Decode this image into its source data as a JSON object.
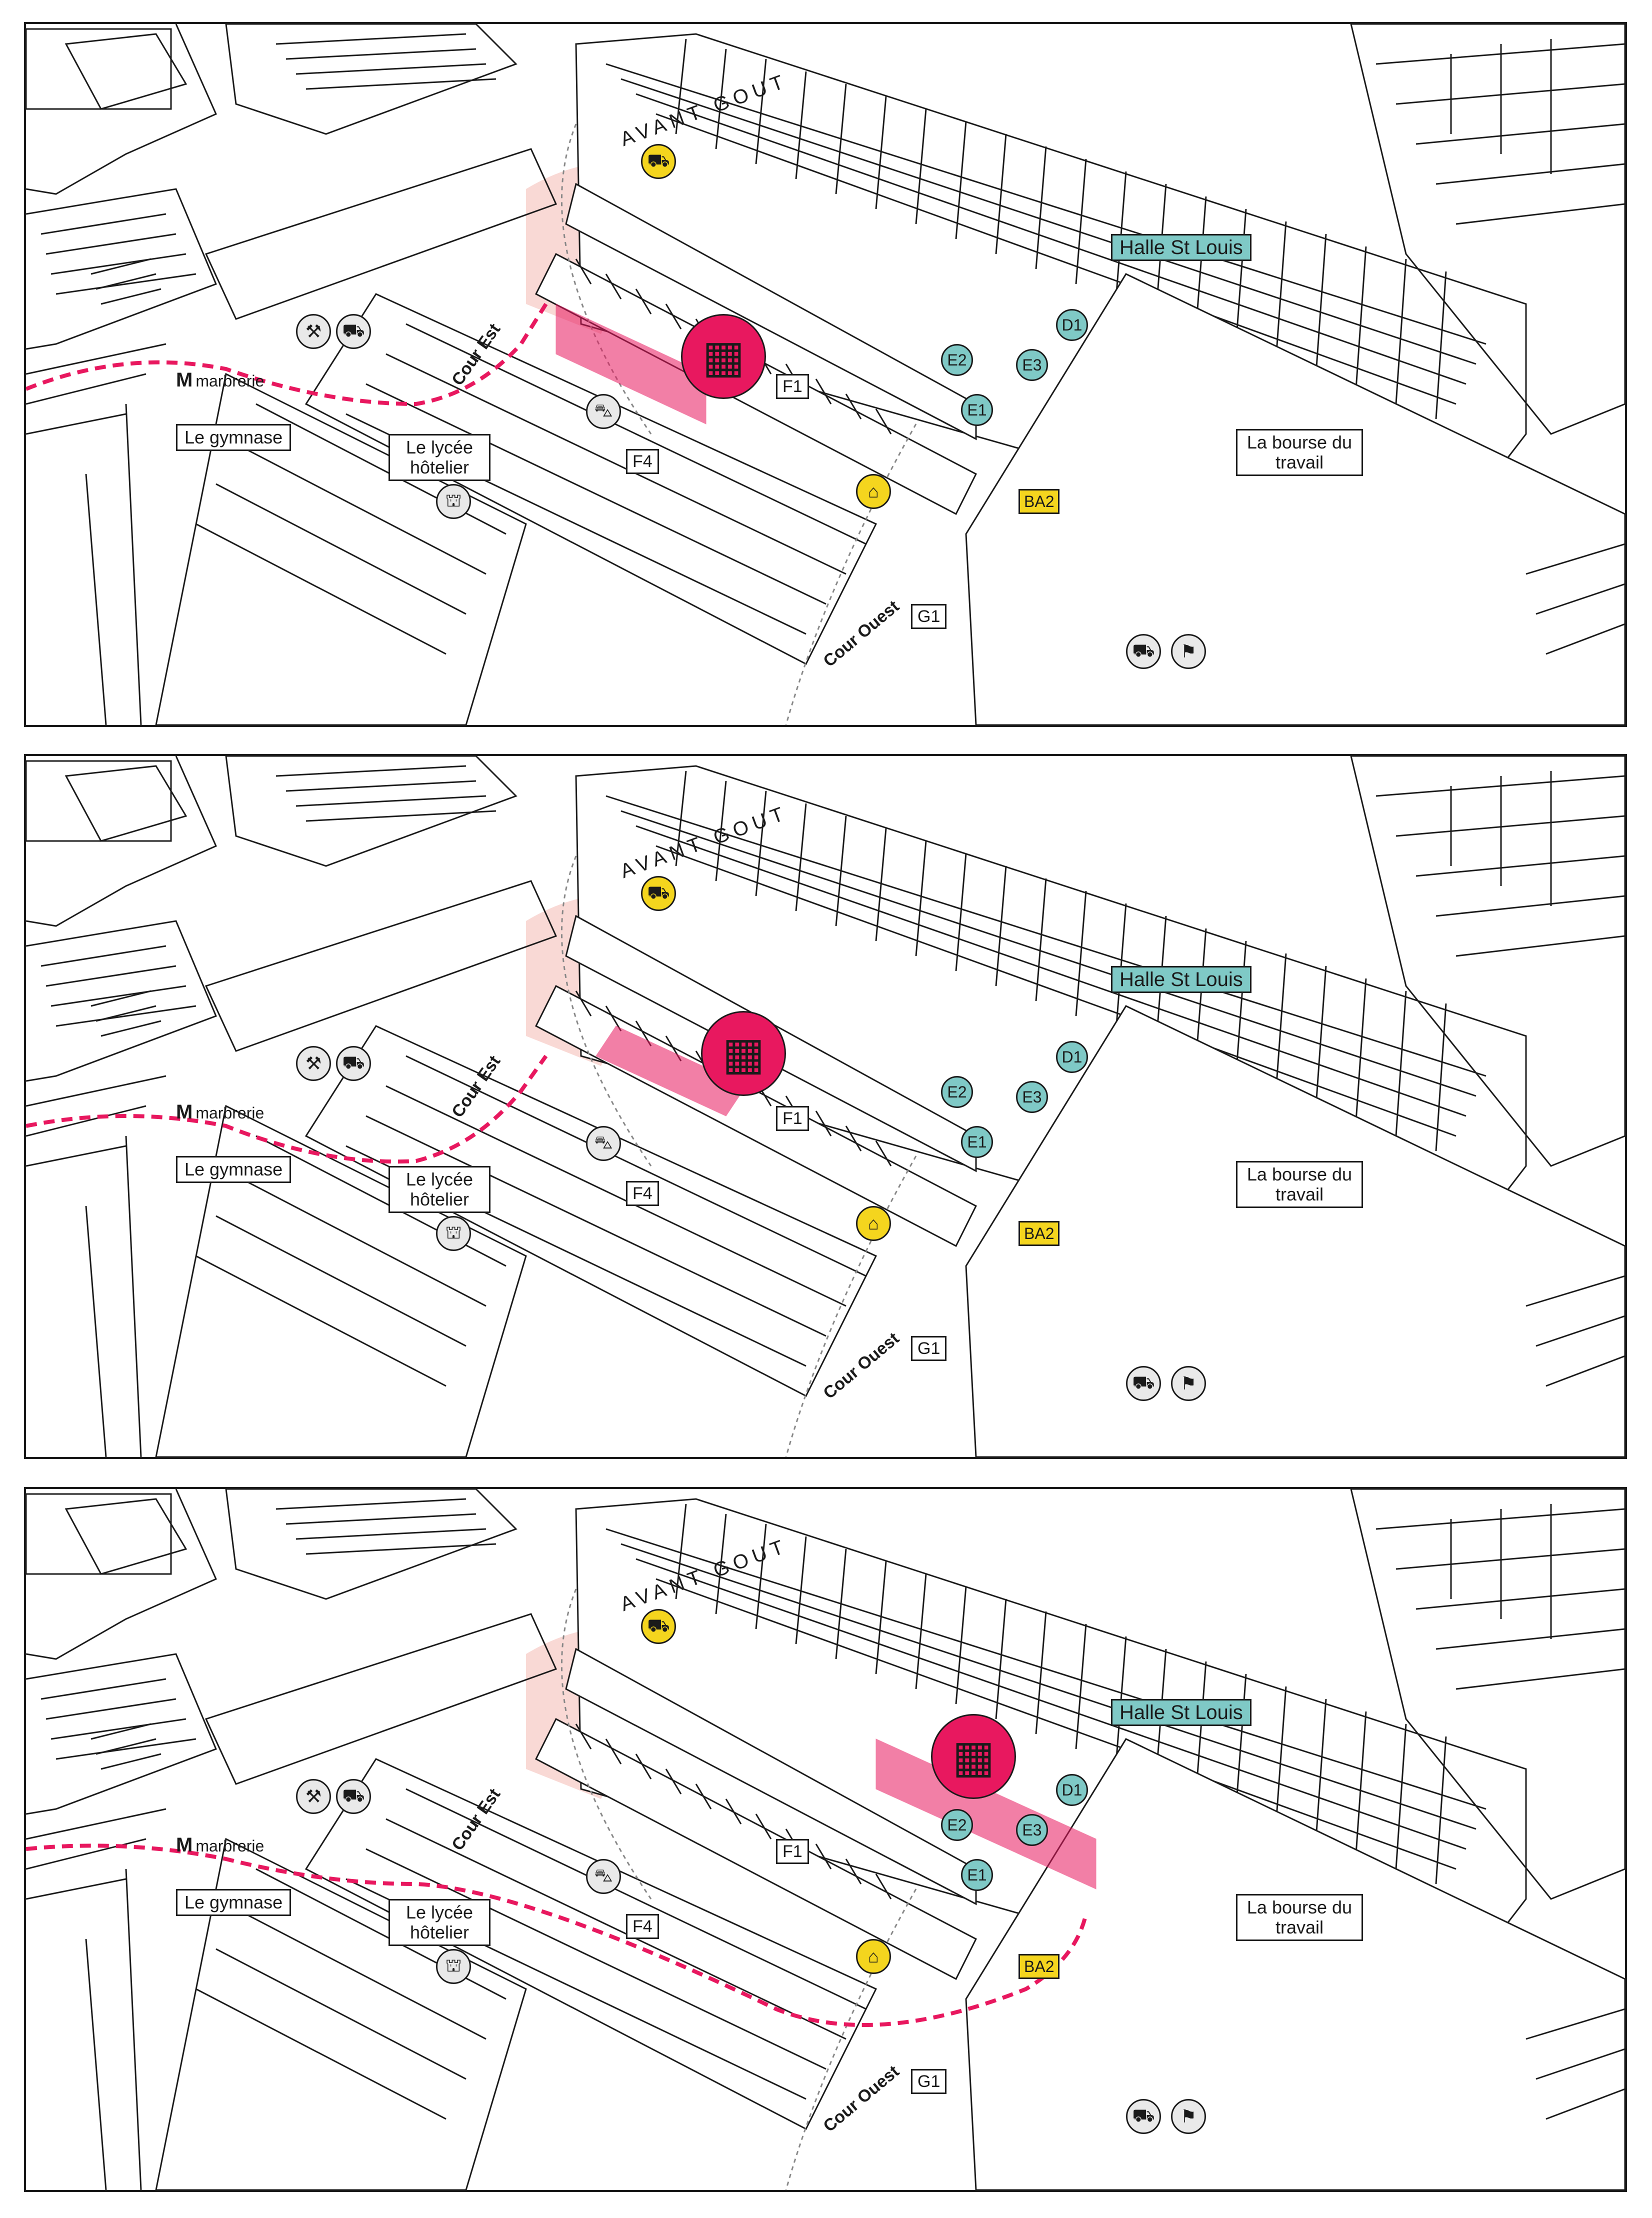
{
  "colors": {
    "accent": "#e8185f",
    "teal": "#7fc9c6",
    "yellow": "#f4d51e",
    "pink_zone": "#f7c9c3",
    "line": "#1a1a1a"
  },
  "labels": {
    "avant_gout": "AVANT GOUT",
    "halle": "Halle St Louis",
    "bourse": "La bourse du travail",
    "lycee": "Le lycée hôtelier",
    "gymnase": "Le gymnase",
    "marbrerie": "marbrerie",
    "metro": "M",
    "cour_est": "Cour Est",
    "cour_ouest": "Cour Ouest",
    "f1": "F1",
    "f4": "F4",
    "g1": "G1",
    "ba2": "BA2",
    "d1": "D1",
    "e1": "E1",
    "e2": "E2",
    "e3": "E3"
  },
  "icons": {
    "sports": "sport-icon",
    "wheelbarrow": "wheelbarrow-icon",
    "crane": "crane-icon",
    "restaurant": "cloche-icon",
    "car": "car-icon",
    "house": "house-plant-icon",
    "cart": "market-cart-icon",
    "buildings": "buildings-icon"
  },
  "panels": [
    {
      "id": "panel-1",
      "highlight": "west-hall"
    },
    {
      "id": "panel-2",
      "highlight": "central-hall"
    },
    {
      "id": "panel-3",
      "highlight": "east-hall"
    }
  ]
}
